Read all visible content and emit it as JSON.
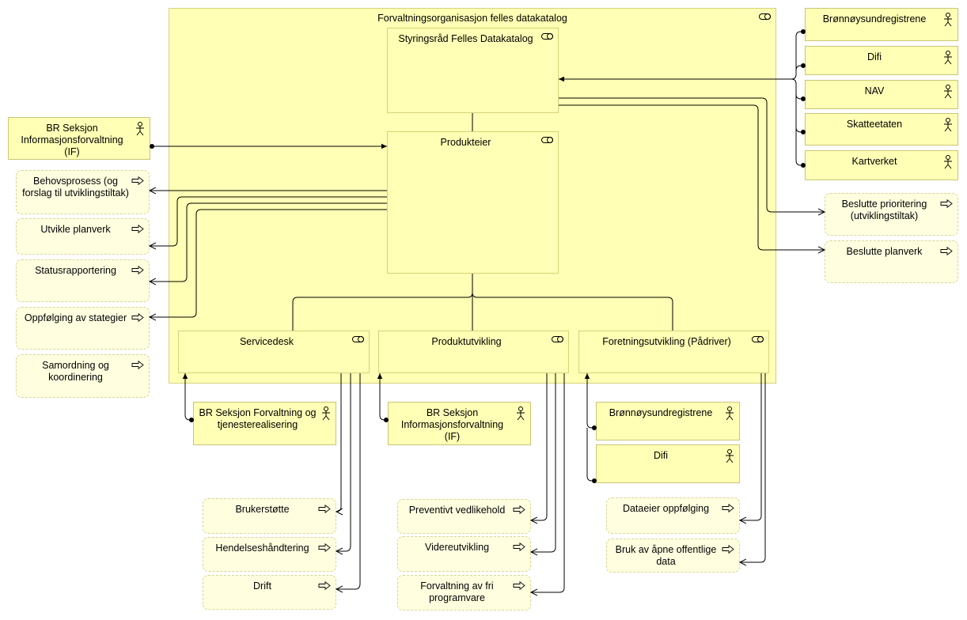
{
  "group": {
    "title": "Forvaltningsorganisasjon felles datakatalog"
  },
  "roles": {
    "styringsrad": "Styringsråd Felles Datakatalog",
    "produkteier": "Produkteier",
    "servicedesk": "Servicedesk",
    "produktutvikling": "Produktutvikling",
    "foretningsutvikling": "Foretningsutvikling (Pådriver)"
  },
  "actors": {
    "bronnoysund_top": "Brønnøysundregistrene",
    "difi_top": "Difi",
    "nav": "NAV",
    "skatteetaten": "Skatteetaten",
    "kartverket": "Kartverket",
    "br_if_left": "BR Seksjon Informasjonsforvaltning (IF)",
    "br_forvaltning": "BR Seksjon Forvaltning og tjenesterealisering",
    "br_if_bottom": "BR Seksjon Informasjonsforvaltning (IF)",
    "bronnoysund_bottom": "Brønnøysundregistrene",
    "difi_bottom": "Difi"
  },
  "processes": {
    "behovsprosess": "Behovsprosess (og forslag til utviklingstiltak)",
    "utvikle_planverk": "Utvikle planverk",
    "statusrapportering": "Statusrapportering",
    "oppfolging": "Oppfølging av stategier",
    "samordning": "Samordning og koordinering",
    "beslutte_prioritering": "Beslutte prioritering (utviklingstiltak)",
    "beslutte_planverk": "Beslutte planverk",
    "brukerstotte": "Brukerstøtte",
    "hendelseshandtering": "Hendelseshåndtering",
    "drift": "Drift",
    "preventivt": "Preventivt vedlikehold",
    "videreutvikling": "Videreutvikling",
    "forvaltning_fri": "Forvaltning av fri programvare",
    "dataeier": "Dataeier oppfølging",
    "bruk_apne": "Bruk av åpne offentlige data"
  }
}
